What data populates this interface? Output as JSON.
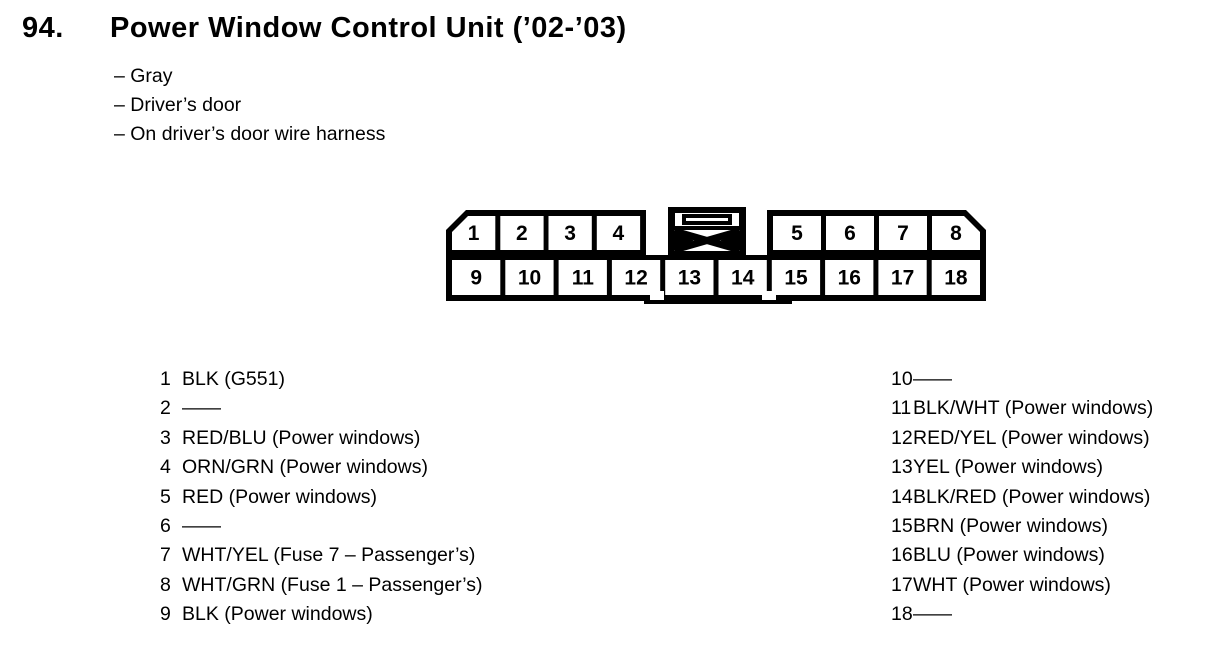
{
  "header": {
    "number": "94.",
    "title": "Power Window Control Unit (’02-’03)",
    "notes": [
      "– Gray",
      "– Driver’s door",
      "– On driver’s door wire harness"
    ]
  },
  "connector": {
    "description": "18-pin connector, two rows, keyed center cavity",
    "top_left_pins": [
      "1",
      "2",
      "3",
      "4"
    ],
    "top_right_pins": [
      "5",
      "6",
      "7",
      "8"
    ],
    "bottom_pins": [
      "9",
      "10",
      "11",
      "12",
      "13",
      "14",
      "15",
      "16",
      "17",
      "18"
    ],
    "key_symbol": "blocked-cavity-icon"
  },
  "pinout": {
    "left": [
      {
        "pin": "1",
        "desc": "BLK (G551)"
      },
      {
        "pin": "2",
        "desc": "——"
      },
      {
        "pin": "3",
        "desc": "RED/BLU (Power windows)"
      },
      {
        "pin": "4",
        "desc": "ORN/GRN (Power windows)"
      },
      {
        "pin": "5",
        "desc": "RED (Power windows)"
      },
      {
        "pin": "6",
        "desc": "——"
      },
      {
        "pin": "7",
        "desc": "WHT/YEL (Fuse 7 – Passenger’s)"
      },
      {
        "pin": "8",
        "desc": "WHT/GRN (Fuse 1 – Passenger’s)"
      },
      {
        "pin": "9",
        "desc": "BLK (Power windows)"
      }
    ],
    "right": [
      {
        "pin": "10",
        "desc": "——"
      },
      {
        "pin": "11",
        "desc": "BLK/WHT (Power windows)"
      },
      {
        "pin": "12",
        "desc": "RED/YEL (Power windows)"
      },
      {
        "pin": "13",
        "desc": "YEL (Power windows)"
      },
      {
        "pin": "14",
        "desc": "BLK/RED (Power windows)"
      },
      {
        "pin": "15",
        "desc": "BRN (Power windows)"
      },
      {
        "pin": "16",
        "desc": "BLU (Power windows)"
      },
      {
        "pin": "17",
        "desc": "WHT (Power windows)"
      },
      {
        "pin": "18",
        "desc": "——"
      }
    ]
  },
  "colors": {
    "ink": "#000000",
    "paper": "#ffffff"
  }
}
